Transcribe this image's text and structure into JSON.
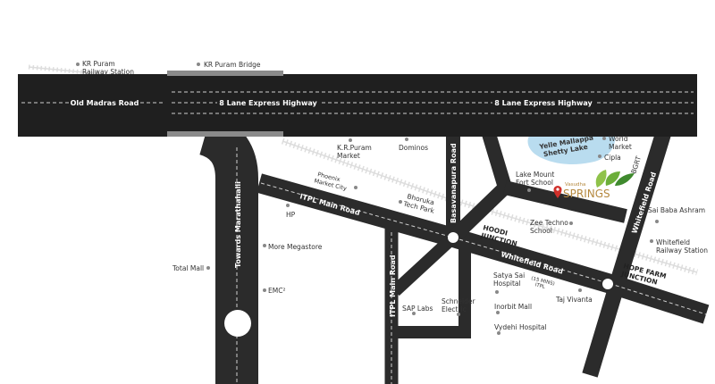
{
  "roads": {
    "old_madras": "Old Madras Road",
    "express_1": "8 Lane Express Highway",
    "express_2": "8 Lane Express Highway",
    "marathahalli": "Towards Marathahalli",
    "itpl_diag": "ITPL Main Road",
    "itpl_vert": "ITPL Main Road",
    "basavanapura": "Basavanapura Road",
    "whitefield": "Whitefield Road",
    "whitefield_vert": "Whitefield Road",
    "bgrt": "BGRT"
  },
  "junctions": {
    "hoodi": [
      "HOODI",
      "JUNCTION"
    ],
    "hope_farm": [
      "HOPE FARM",
      "JUNCTION"
    ]
  },
  "places": {
    "kr_puram_station": [
      "KR Puram",
      "Railway Station"
    ],
    "kr_puram_bridge": "KR Puram Bridge",
    "kr_puram_market": [
      "K.R.Puram",
      "Market"
    ],
    "dominos": "Dominos",
    "phoenix": [
      "Phoenix",
      "Market City"
    ],
    "bhoruka": [
      "Bhoruka",
      "Tech Park"
    ],
    "hp": "HP",
    "more": "More Megastore",
    "total_mall": "Total Mall",
    "emc": "EMC²",
    "sap": "SAP Labs",
    "schneider": [
      "Schneider",
      "Electric"
    ],
    "lake": [
      "Yelle Mallappa",
      "Shetty Lake"
    ],
    "world_market": [
      "World",
      "Market"
    ],
    "cipla": "Cipla",
    "lake_mount": [
      "Lake Mount",
      "Fort School"
    ],
    "zee": [
      "Zee Techno",
      "School"
    ],
    "sai_baba": "Sai Baba Ashram",
    "whitefield_station": [
      "Whitefield",
      "Railway Station"
    ],
    "satya_sai": [
      "Satya Sai",
      "Hospital"
    ],
    "itpl_time": [
      "(15 MINS)",
      "ITPL"
    ],
    "inorbit": "Inorbit Mall",
    "vydehi": "Vydehi Hospital",
    "taj": "Taj Vivanta"
  },
  "project": {
    "brand_small": "Vasudha",
    "brand": "SPRINGS"
  },
  "colors": {
    "road": "#2b2b2b",
    "lake": "#b9dcef",
    "pin": "#d0302b",
    "brand": "#b5893f",
    "leaf": "#6cae3a"
  }
}
